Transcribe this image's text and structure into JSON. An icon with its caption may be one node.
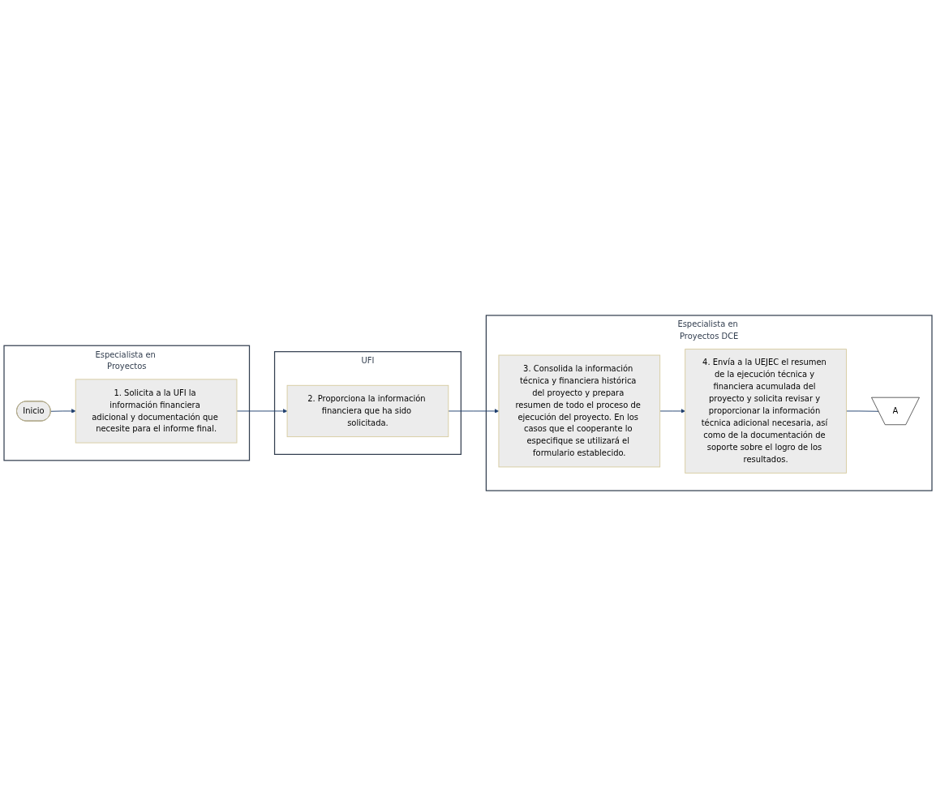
{
  "diagram": {
    "nodes": [
      {
        "text": [
          "Especialista en Proyectos"
        ]
      },
      {
        "text": [
          "UFI"
        ]
      },
      {
        "text": [
          "Especialista en Proyectos DCE"
        ]
      },
      {
        "text": [
          "Inicio"
        ],
        "in": 0
      },
      {
        "text": [
          "1. Solicita a la UFI la información financiera adicional y documentación que necesite para el informe final."
        ],
        "in": 0
      },
      {
        "text": [
          "2. Proporciona la información financiera que ha sido solicitada."
        ],
        "in": 1
      },
      {
        "text": [
          "3. Consolida la información técnica y financiera histórica del proyecto y prepara resumen de todo el proceso de ejecución del proyecto. En los casos que el cooperante lo especifique se utilizará el formulario establecido."
        ],
        "in": 2
      },
      {
        "text": [
          "4. Envía a la UEJEC el resumen de la ejecución técnica y financiera acumulada del proyecto y solicita revisar y proporcionar la información técnica adicional necesaria, así como de la documentación de soporte sobre el logro de los resultados."
        ],
        "in": 2
      },
      {
        "text": [
          "A"
        ],
        "in": 2
      }
    ],
    "edges": [
      {
        "from": 3,
        "to": 4,
        "arrow": "to"
      },
      {
        "from": 4,
        "to": 5,
        "arrow": "to"
      },
      {
        "from": 5,
        "to": 6,
        "arrow": "to"
      },
      {
        "from": 6,
        "to": 7,
        "arrow": "to"
      },
      {
        "from": 7,
        "to": 8,
        "arrow": "none"
      }
    ]
  }
}
